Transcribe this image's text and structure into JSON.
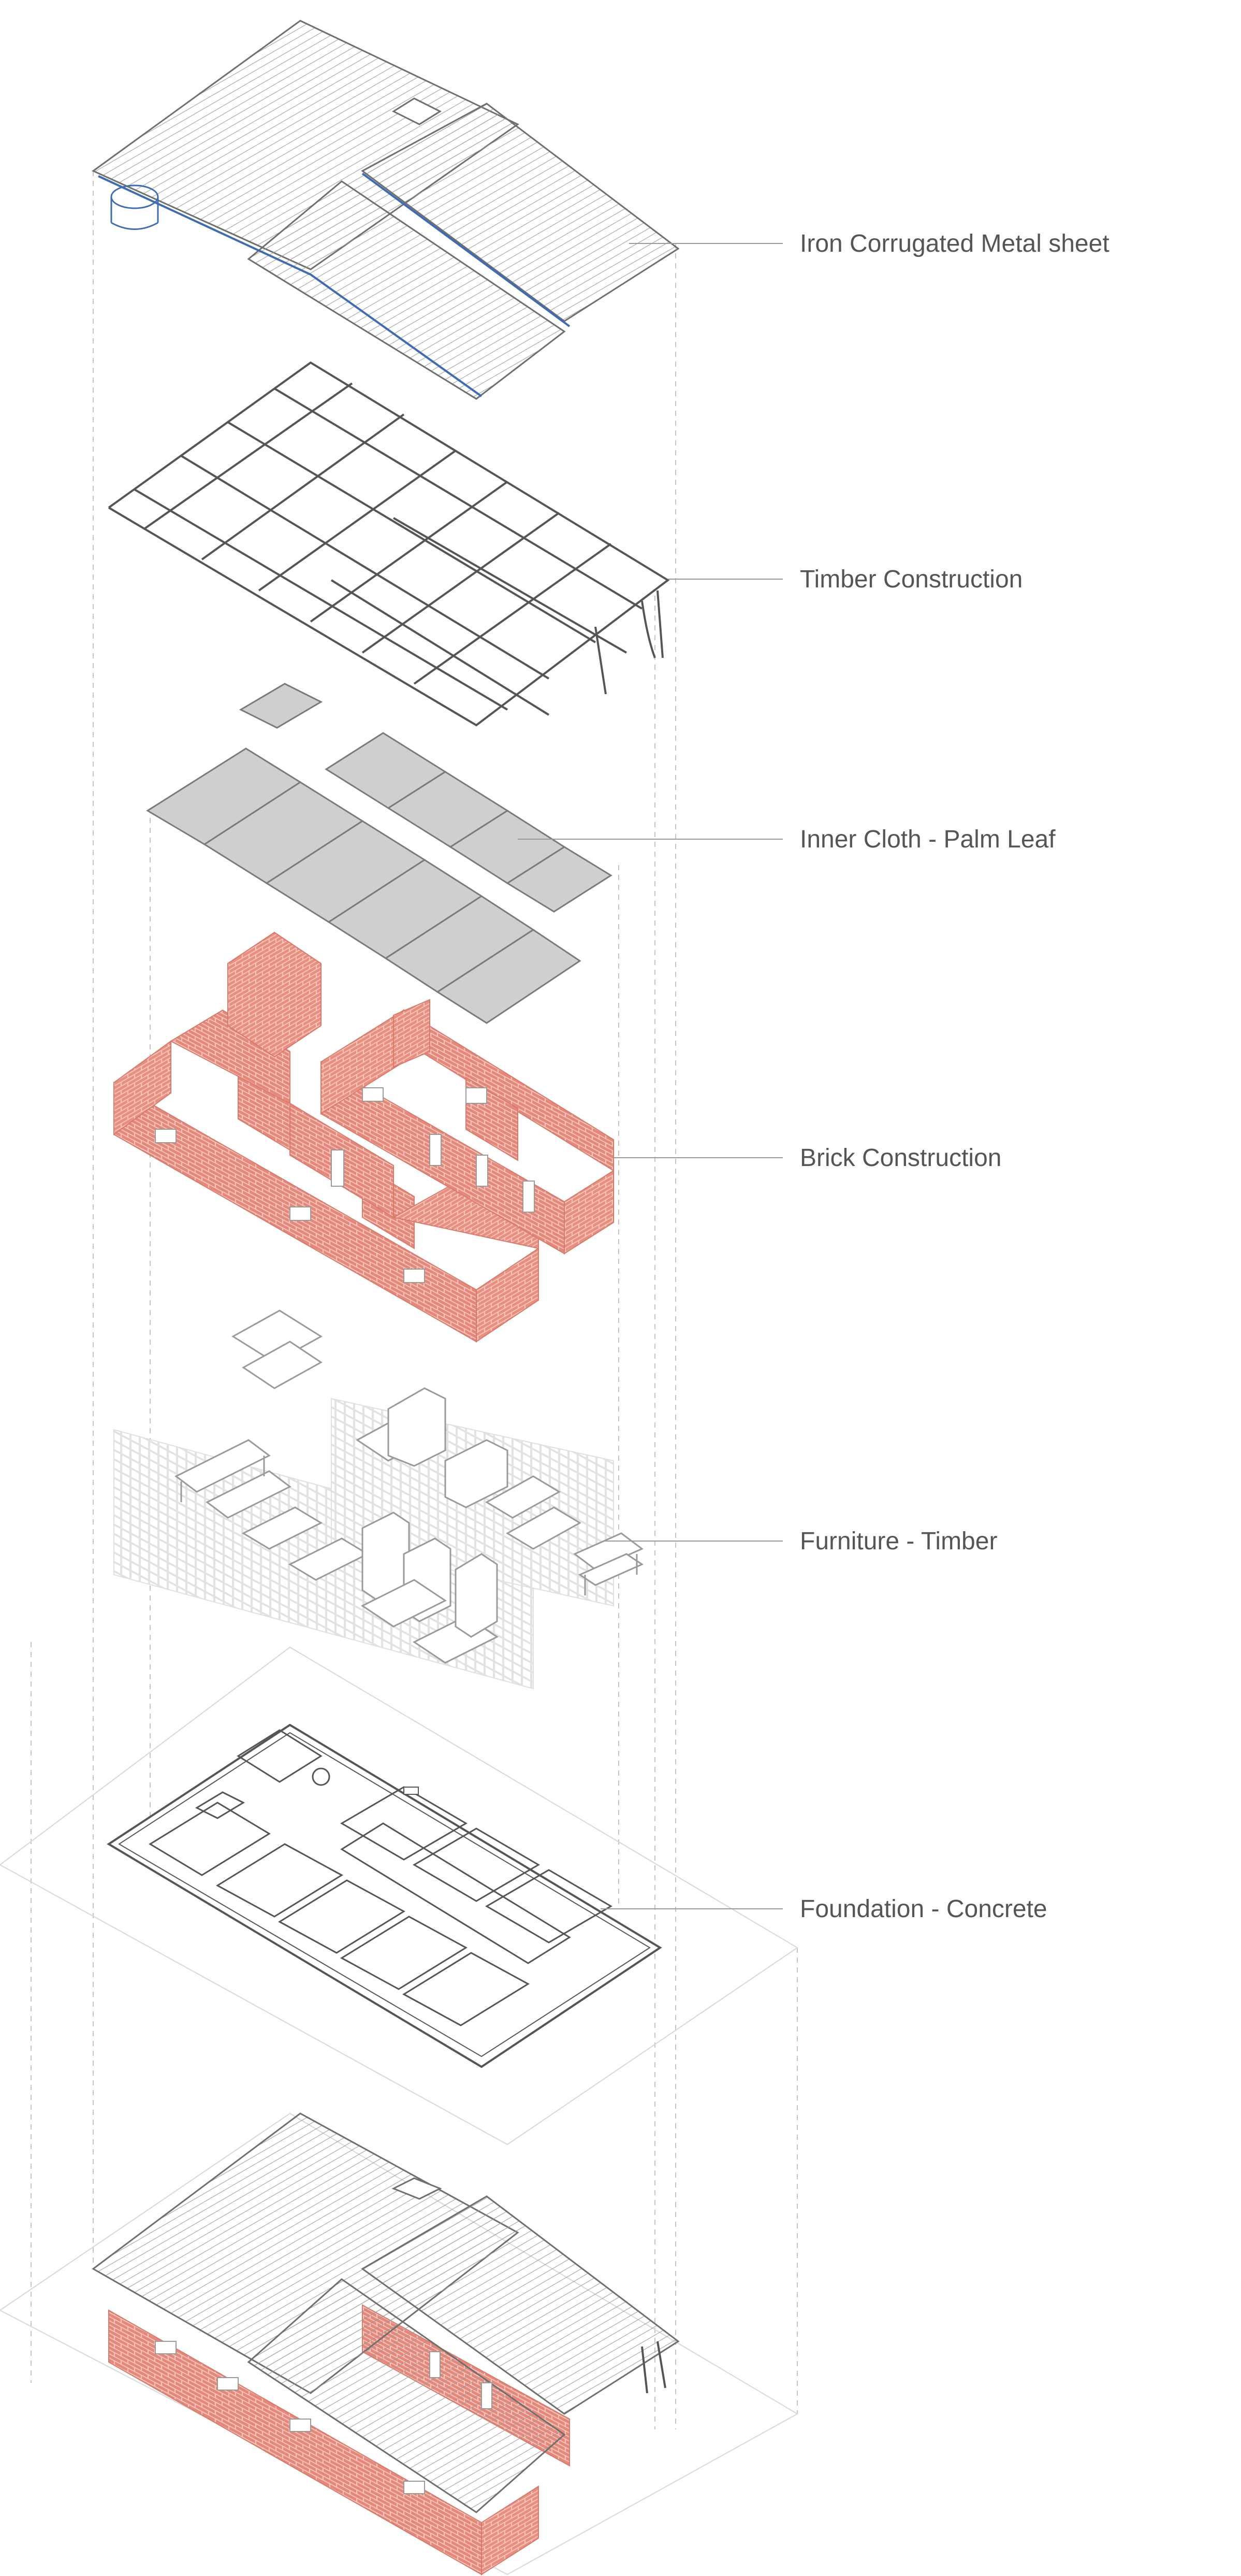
{
  "layers": [
    {
      "id": "roof",
      "label": "Iron Corrugated Metal sheet"
    },
    {
      "id": "timber",
      "label": "Timber Construction"
    },
    {
      "id": "cloth",
      "label": "Inner Cloth - Palm Leaf"
    },
    {
      "id": "brick",
      "label": "Brick Construction"
    },
    {
      "id": "furniture",
      "label": "Furniture - Timber"
    },
    {
      "id": "foundation",
      "label": "Foundation - Concrete"
    }
  ],
  "colors": {
    "brick": "#e5887a",
    "brick_face": "#f3b9ad",
    "roof_line": "#8a8a8a",
    "gutter": "#3e6cb4",
    "cloth": "#cfcfcf",
    "furniture": "#b9b9b9",
    "label": "#555555"
  }
}
